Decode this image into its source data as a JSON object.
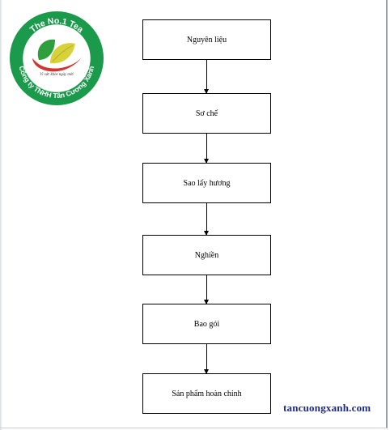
{
  "logo": {
    "top_text": "The No.1 Tea",
    "bottom_text": "Công ty TNHH Tân Cương Xanh",
    "tagline": "Vì sức khỏe ngày mới",
    "colors": {
      "ring": "#1a9a4a",
      "leaf_dark": "#2f9e3c",
      "leaf_light": "#d8d23a",
      "accent": "#d0362f"
    }
  },
  "steps": [
    {
      "label": "Nguyên liệu"
    },
    {
      "label": "Sơ chế"
    },
    {
      "label": "Sao lấy hương"
    },
    {
      "label": "Nghiền"
    },
    {
      "label": "Bao gói"
    },
    {
      "label": "Sản phẩm hoàn chỉnh"
    }
  ],
  "website": "tancuongxanh.com"
}
